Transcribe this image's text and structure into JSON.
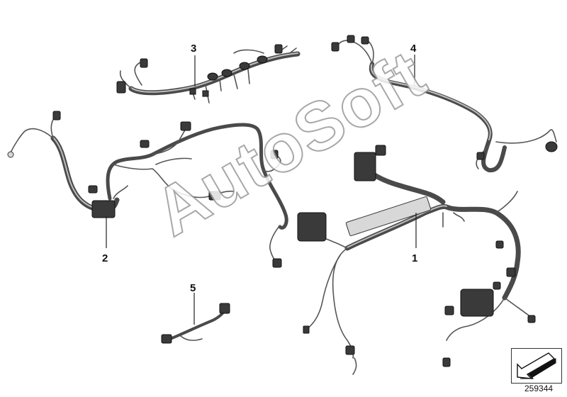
{
  "diagram": {
    "callouts": [
      {
        "id": "1",
        "label": "1"
      },
      {
        "id": "2",
        "label": "2"
      },
      {
        "id": "3",
        "label": "3"
      },
      {
        "id": "4",
        "label": "4"
      },
      {
        "id": "5",
        "label": "5"
      }
    ],
    "watermark": "AutoSoft",
    "reference_number": "259344",
    "icons": {
      "reference": "arrow-down-left-icon"
    }
  }
}
